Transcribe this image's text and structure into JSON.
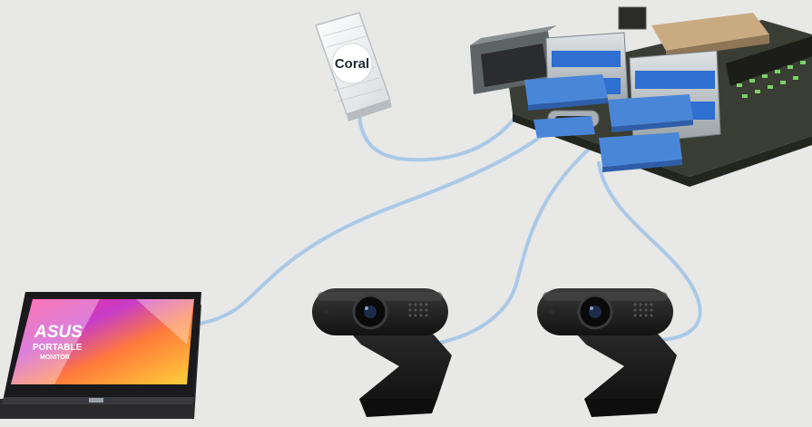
{
  "devices": {
    "coral": {
      "label": "Coral"
    },
    "monitor": {
      "brand": "ASUS",
      "line1": "PORTABLE",
      "line2": "MONITOR"
    }
  },
  "colors": {
    "background": "#e8e8e7",
    "cable": "#a9c9e6",
    "usb3_port": "#2e6fd0",
    "board": "#3a3d33",
    "webcam": "#1b1b1b"
  }
}
